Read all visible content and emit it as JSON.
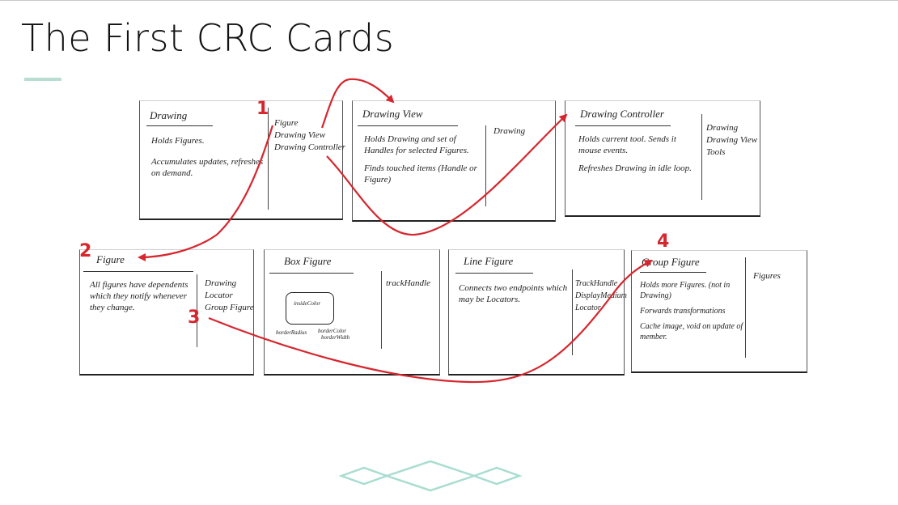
{
  "slide": {
    "title": "The First CRC Cards",
    "accent_color": "#b8ddd3",
    "arrow_color": "#d6262e"
  },
  "cards": [
    {
      "name": "Drawing",
      "responsibilities": [
        "Holds Figures.",
        "Accumulates updates, refreshes on demand."
      ],
      "collaborators": [
        "Figure",
        "Drawing View",
        "Drawing Controller"
      ]
    },
    {
      "name": "Drawing View",
      "responsibilities": [
        "Holds Drawing and set of Handles for selected Figures.",
        "Finds touched items (Handle or Figure)"
      ],
      "collaborators": [
        "Drawing"
      ]
    },
    {
      "name": "Drawing Controller",
      "responsibilities": [
        "Holds current tool. Sends it mouse events.",
        "Refreshes Drawing in idle loop."
      ],
      "collaborators": [
        "Drawing",
        "Drawing View",
        "Tools"
      ]
    },
    {
      "name": "Figure",
      "responsibilities": [
        "All figures have dependents which they notify whenever they change."
      ],
      "collaborators": [
        "Drawing",
        "Locator",
        "Group Figure"
      ]
    },
    {
      "name": "Box Figure",
      "responsibilities": [],
      "sketch": {
        "inside_label": "insideColor",
        "labels": [
          "borderRadius",
          "borderColor",
          "borderWidth"
        ]
      },
      "collaborators": [
        "trackHandle"
      ]
    },
    {
      "name": "Line Figure",
      "responsibilities": [
        "Connects two endpoints which may be Locators."
      ],
      "collaborators": [
        "TrackHandle",
        "DisplayMedium",
        "Locator"
      ]
    },
    {
      "name": "Group Figure",
      "responsibilities": [
        "Holds more Figures. (not in Drawing)",
        "Forwards transformations",
        "Cache image, void on update of member."
      ],
      "collaborators": [
        "Figures"
      ]
    }
  ],
  "steps": [
    {
      "label": "1",
      "from": "Drawing / Figure",
      "to": "Figure"
    },
    {
      "label": "2",
      "from": "Drawing",
      "to": "Figure"
    },
    {
      "label": "3",
      "from": "Figure / Group Figure",
      "to": "Group Figure"
    },
    {
      "label": "4",
      "from": "Figure",
      "to": "Group Figure"
    }
  ]
}
